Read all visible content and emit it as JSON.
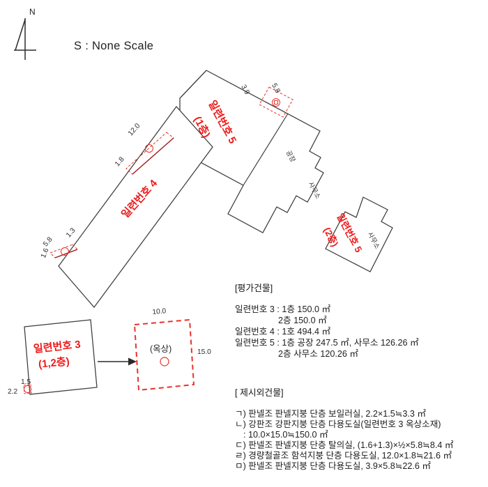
{
  "compass": {
    "north_label": "N",
    "icon": "north-arrow-icon"
  },
  "scale": {
    "text": "S : None Scale"
  },
  "drawing": {
    "buildings": [
      {
        "id": "building-5-1f",
        "label_line1": "일련번호 5",
        "label_line2": "(1층)",
        "rooms": [
          "공장",
          "사무소"
        ]
      },
      {
        "id": "building-5-2f",
        "label_line1": "일련번호 5",
        "label_line2": "(2층)",
        "rooms": [
          "사무소"
        ]
      },
      {
        "id": "building-4",
        "label_line1": "일련번호 4",
        "label_line2": ""
      },
      {
        "id": "building-3",
        "label_line1": "일련번호 3",
        "label_line2": "(1,2층)"
      }
    ],
    "rooftop_box": {
      "label": "(옥상)",
      "marker": "ㄴ",
      "dim_top": "10.0",
      "dim_right": "15.0"
    },
    "annex_markers": [
      {
        "code": "ㅁ",
        "dim_a": "3.9",
        "dim_b": "5.8",
        "near": "building-5-1f"
      },
      {
        "code": "ㄹ",
        "dim_a": "12.0",
        "dim_b": "1.8",
        "near": "building-4-top"
      },
      {
        "code": "ㄷ",
        "dim_a": "5.8",
        "dim_b": "1.3",
        "dim_c": "1.6",
        "near": "building-4-bottom"
      },
      {
        "code": "ㄱ",
        "dim_a": "1.5",
        "dim_b": "2.2",
        "near": "building-3"
      }
    ]
  },
  "eval_panel": {
    "title": "[평가건물]",
    "lines": [
      "일련번호 3 : 1층 150.0 ㎡",
      "2층 150.0 ㎡",
      "일련번호 4 : 1호 494.4 ㎡",
      "일련번호 5 : 1층 공장 247.5 ㎡, 사무소 126.26 ㎡",
      "2층 사무소 120.26 ㎡"
    ]
  },
  "extra_panel": {
    "title": "[ 제시외건물]",
    "lines": [
      "ㄱ) 판넬조 판넬지붕 단층 보일러실, 2.2×1.5≒3.3 ㎡",
      "ㄴ) 강판조 강판지붕 단층 다용도실(일련번호 3 옥상소재)",
      ": 10.0×15.0≒150.0 ㎡",
      "ㄷ) 판넬조 판넬지붕 단층 탈의실, (1.6+1.3)×½×5.8≒8.4 ㎡",
      "ㄹ) 경량철골조 함석지붕 단층 다용도실, 12.0×1.8≒21.6 ㎡",
      "ㅁ) 판넬조 판넬지붕 단층 다용도실, 3.9×5.8≒22.6 ㎡"
    ]
  },
  "colors": {
    "red": "#ee1b1b",
    "line": "#3b3b3b",
    "text": "#1d1d1d"
  }
}
